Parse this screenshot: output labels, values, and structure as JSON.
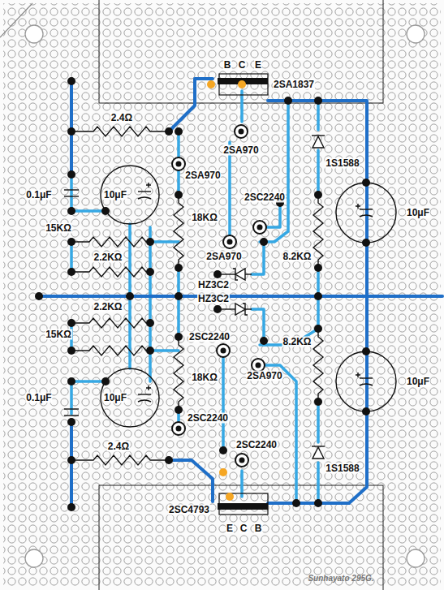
{
  "diagram": {
    "labels": [
      "B",
      "C",
      "E",
      "2SA1837",
      "2.4Ω",
      "2SA970",
      "1S1588",
      "2SA970",
      "0.1μF",
      "10μF",
      "2SC2240",
      "10μF",
      "18KΩ",
      "15KΩ",
      "2.2KΩ",
      "2SA970",
      "8.2KΩ",
      "HZ3C2",
      "HZ3C2",
      "2.2KΩ",
      "15KΩ",
      "2SC2240",
      "8.2KΩ",
      "18KΩ",
      "2SA970",
      "0.1μF",
      "10μF",
      "10μF",
      "2SC2240",
      "1S1588",
      "2.4Ω",
      "2SC2240",
      "2SC4793",
      "E",
      "C",
      "B",
      "Sunhayato 295G."
    ]
  }
}
